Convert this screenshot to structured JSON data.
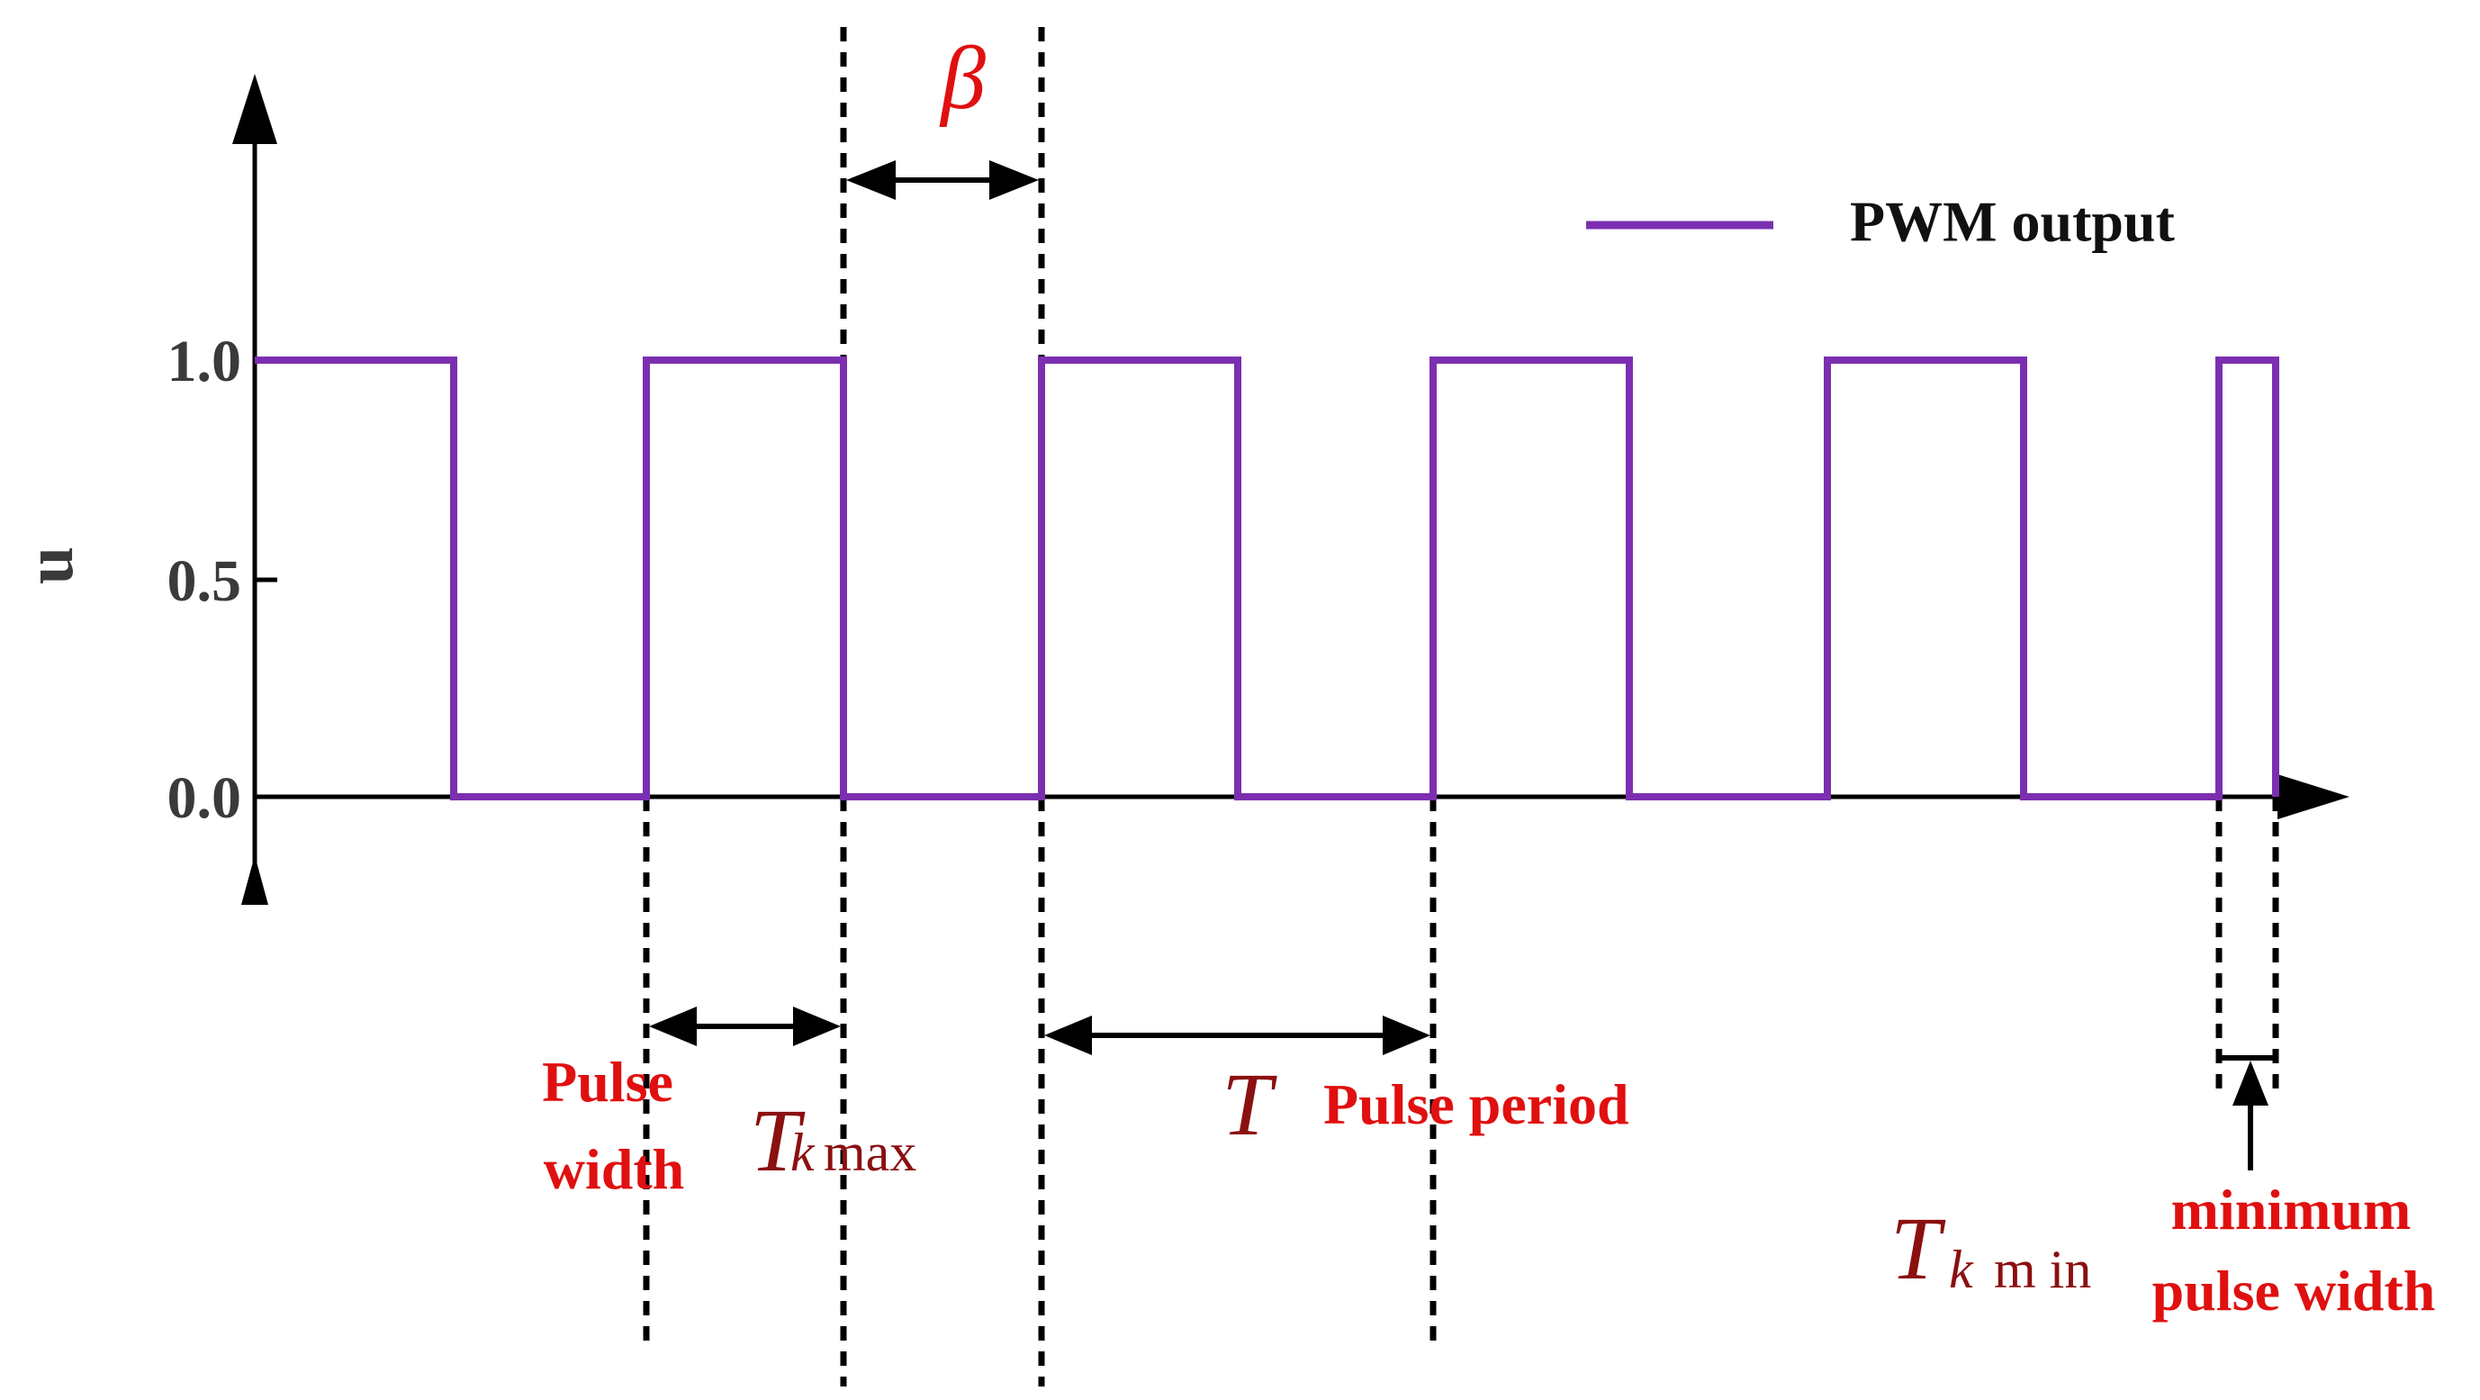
{
  "y_axis": {
    "label": "u",
    "ticks": [
      "1.0",
      "0.5",
      "0.0"
    ]
  },
  "legend": {
    "label": "PWM output",
    "color": "#7b2fb0"
  },
  "annotations": {
    "beta": "β",
    "pulse_width_line1": "Pulse",
    "pulse_width_line2": "width",
    "tkmax_T": "T",
    "tkmax_sub_k": "k",
    "tkmax_sub": "max",
    "period_T": "T",
    "pulse_period": "Pulse period",
    "tkmin_T": "T",
    "tkmin_sub_k": "k",
    "tkmin_sub": "m in",
    "minimum_line1": "minimum",
    "minimum_line2": "pulse width"
  },
  "colors": {
    "signal": "#7b2fb0",
    "axis": "#000000",
    "annotation_red": "#e01010",
    "annotation_dark_red": "#8b1010"
  }
}
